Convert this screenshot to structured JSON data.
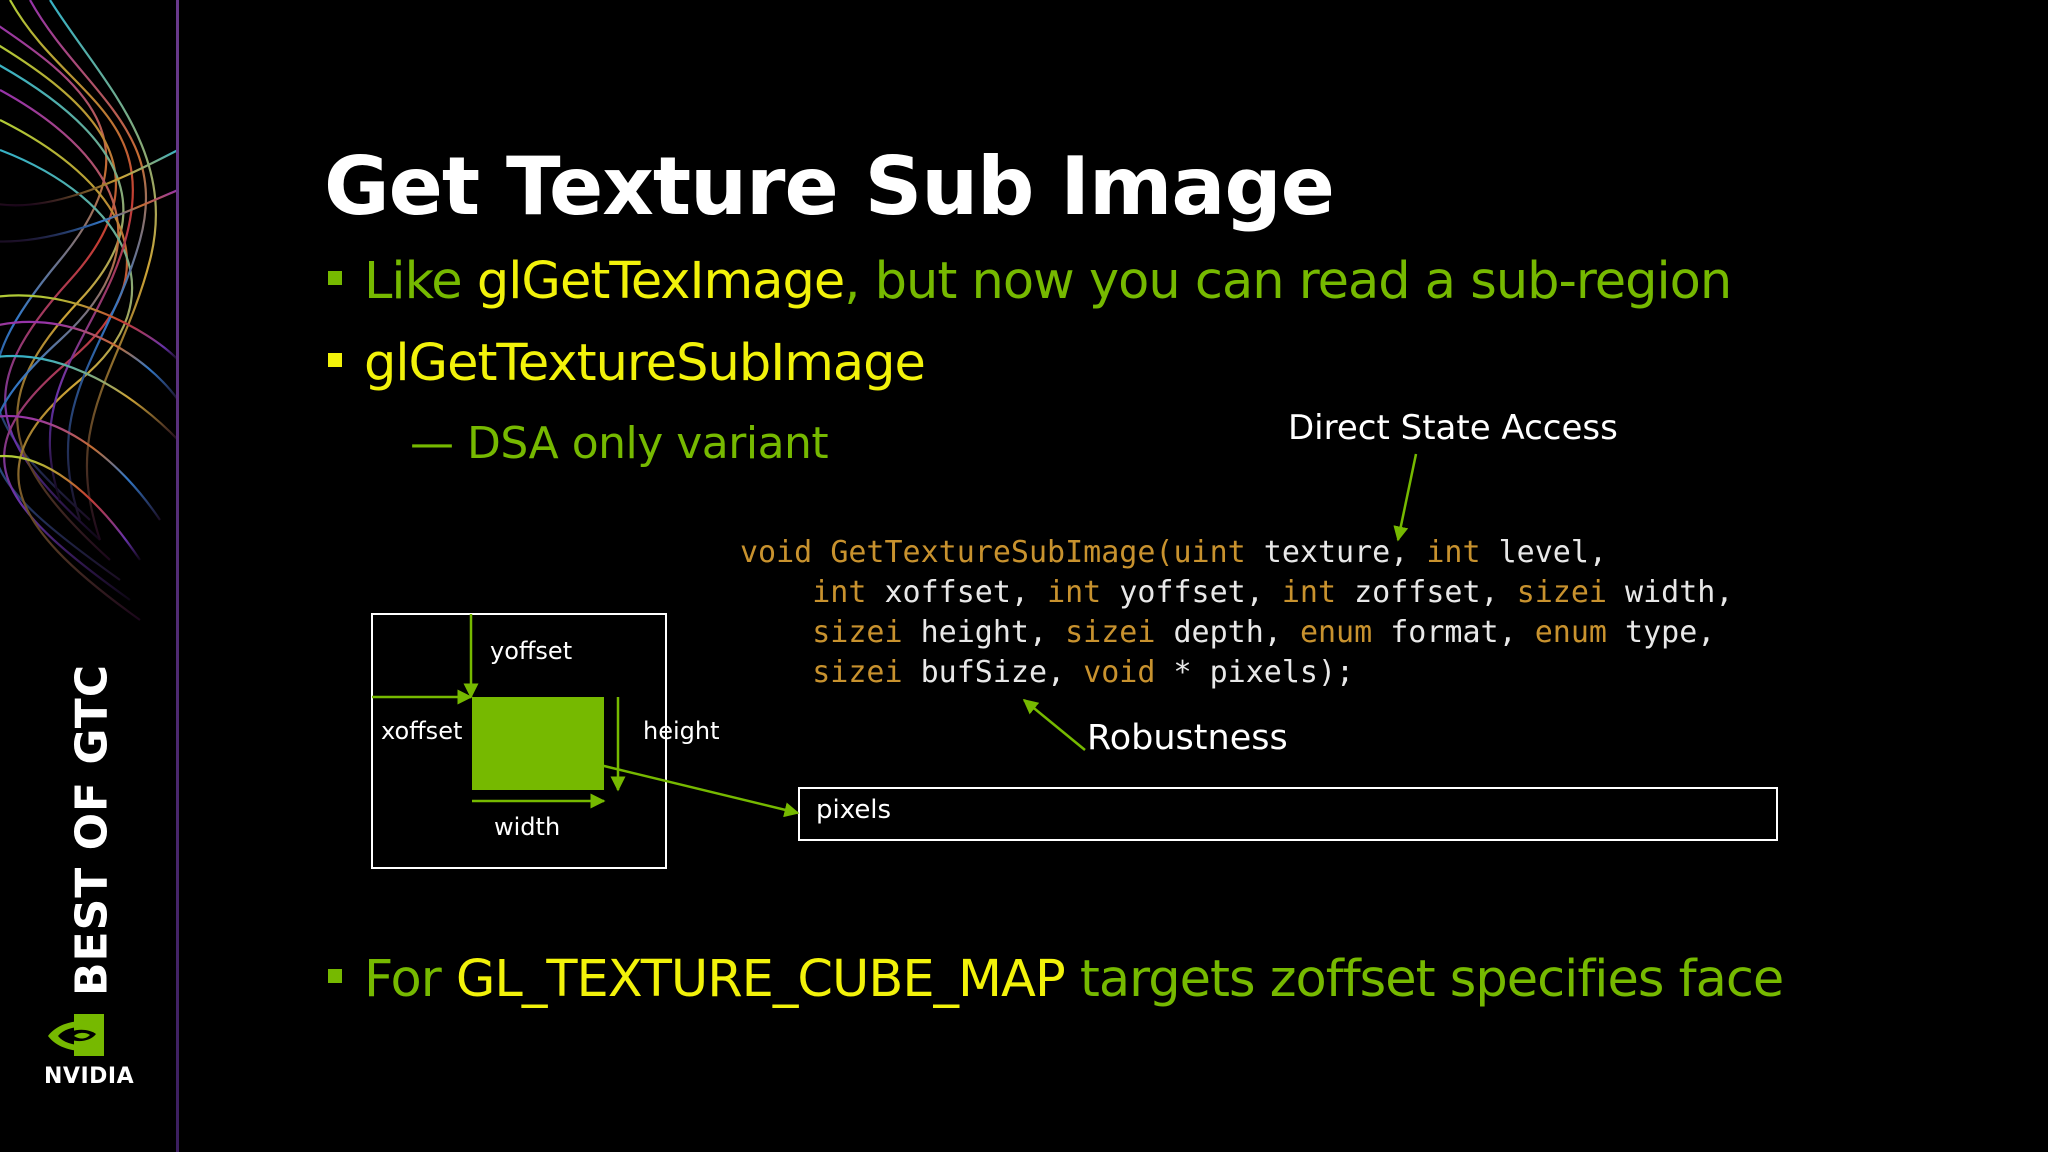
{
  "title": "Get Texture Sub Image",
  "brand": {
    "vertical_text": "BEST OF GTC",
    "logo_text": "NVIDIA"
  },
  "bullets": [
    {
      "parts": [
        {
          "text": "Like ",
          "color": "green"
        },
        {
          "text": "glGetTexImage",
          "color": "yellow"
        },
        {
          "text": ", but now you can read a sub-region",
          "color": "green"
        }
      ]
    },
    {
      "parts": [
        {
          "text": "glGetTextureSubImage",
          "color": "yellow"
        }
      ]
    },
    {
      "parts": [
        {
          "text": "For ",
          "color": "green"
        },
        {
          "text": "GL_TEXTURE_CUBE_MAP",
          "color": "yellow"
        },
        {
          "text": " targets zoffset specifies face",
          "color": "green"
        }
      ]
    }
  ],
  "sub_bullet": "—  DSA only variant",
  "annotations": {
    "direct_state_access": "Direct State Access",
    "robustness": "Robustness"
  },
  "code": {
    "lines": [
      [
        {
          "text": "void ",
          "type": "kw"
        },
        {
          "text": "GetTextureSubImage(",
          "type": "kw"
        },
        {
          "text": "uint",
          "type": "kw"
        },
        {
          "text": " texture, ",
          "type": "plain"
        },
        {
          "text": "int",
          "type": "kw"
        },
        {
          "text": " level,",
          "type": "plain"
        }
      ],
      [
        {
          "text": "    ",
          "type": "plain"
        },
        {
          "text": "int",
          "type": "kw"
        },
        {
          "text": " xoffset, ",
          "type": "plain"
        },
        {
          "text": "int",
          "type": "kw"
        },
        {
          "text": " yoffset, ",
          "type": "plain"
        },
        {
          "text": "int",
          "type": "kw"
        },
        {
          "text": " zoffset, ",
          "type": "plain"
        },
        {
          "text": "sizei",
          "type": "kw"
        },
        {
          "text": " width,",
          "type": "plain"
        }
      ],
      [
        {
          "text": "    ",
          "type": "plain"
        },
        {
          "text": "sizei",
          "type": "kw"
        },
        {
          "text": " height, ",
          "type": "plain"
        },
        {
          "text": "sizei",
          "type": "kw"
        },
        {
          "text": " depth, ",
          "type": "plain"
        },
        {
          "text": "enum",
          "type": "kw"
        },
        {
          "text": " format, ",
          "type": "plain"
        },
        {
          "text": "enum",
          "type": "kw"
        },
        {
          "text": " type,",
          "type": "plain"
        }
      ],
      [
        {
          "text": "    ",
          "type": "plain"
        },
        {
          "text": "sizei",
          "type": "kw"
        },
        {
          "text": " bufSize, ",
          "type": "plain"
        },
        {
          "text": "void",
          "type": "kw"
        },
        {
          "text": " * pixels);",
          "type": "plain"
        }
      ]
    ]
  },
  "diagram": {
    "yoffset": "yoffset",
    "xoffset": "xoffset",
    "height": "height",
    "width": "width",
    "pixels": "pixels"
  },
  "colors": {
    "green": "#76b900",
    "yellow": "#f2f20a",
    "code_type": "#c8922e",
    "background": "#000000"
  }
}
